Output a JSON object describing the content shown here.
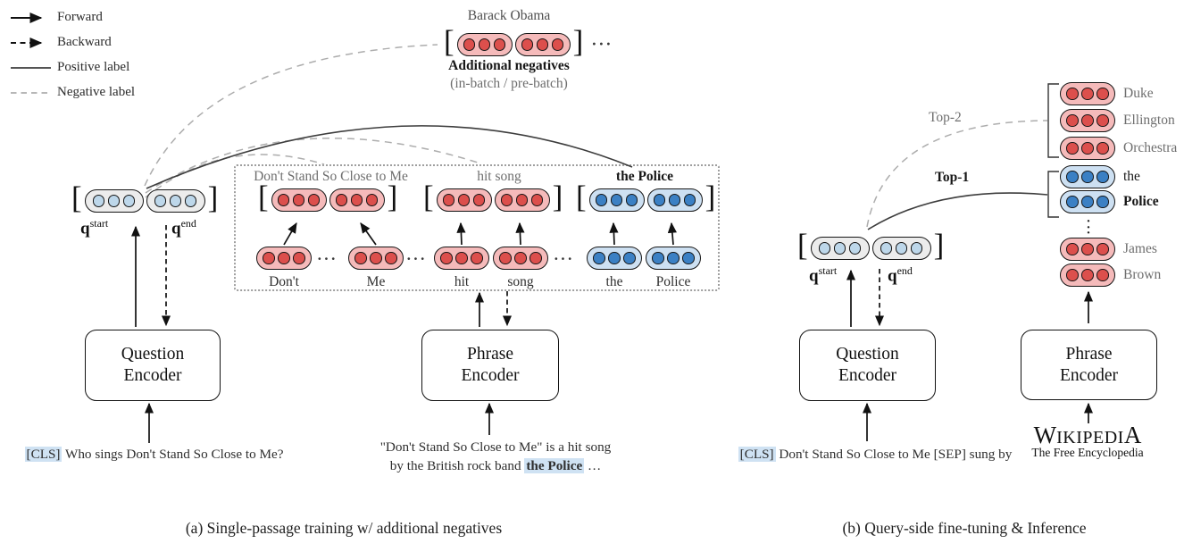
{
  "colors": {
    "red_embedding": "#f5baba",
    "red_dot": "#dc4f4c",
    "blue_embedding": "#cde0f2",
    "blue_dot": "#3b80c4",
    "query_embedding": "#ececec",
    "query_dot": "#bdd7ea",
    "highlight": "#cfe2f3",
    "positive_line": "#3d3d3d",
    "negative_line": "#adadad"
  },
  "glyphs": {
    "lbracket": "[",
    "rbracket": "]",
    "hdots": "···",
    "vdots": "·\n·\n·"
  },
  "legend": {
    "items": [
      {
        "label": "Forward"
      },
      {
        "label": "Backward"
      },
      {
        "label": "Positive label"
      },
      {
        "label": "Negative label"
      }
    ]
  },
  "panel_a": {
    "caption": "(a) Single-passage training w/ additional negatives",
    "negatives": {
      "entity": "Barack Obama",
      "label": "Additional negatives",
      "sublabel": "(in-batch / pre-batch)"
    },
    "query": {
      "q": "q",
      "start_sup": "start",
      "end_sup": "end",
      "encoder": "Question Encoder",
      "input_cls": "[CLS]",
      "input_rest": " Who sings Don't Stand So Close to Me?"
    },
    "passage": {
      "encoder": "Phrase Encoder",
      "phrase1": {
        "label": "Don't Stand So Close to Me",
        "token1": "Don't",
        "token2": "Me"
      },
      "phrase2": {
        "label": "hit song",
        "token1": "hit",
        "token2": "song"
      },
      "phrase3": {
        "label": "the Police",
        "token1": "the",
        "token2": "Police"
      },
      "input_line1": "\"Don't Stand So Close to Me\" is a hit song",
      "input_line2_pre": "by the British rock band ",
      "input_line2_mark": "the Police",
      "input_line2_post": " …"
    }
  },
  "panel_b": {
    "caption": "(b) Query-side fine-tuning & Inference",
    "top1": "Top-1",
    "top2": "Top-2",
    "query": {
      "q": "q",
      "start_sup": "start",
      "end_sup": "end",
      "encoder": "Question Encoder",
      "input_cls": "[CLS]",
      "input_rest": " Don't Stand So Close to Me [SEP] sung by"
    },
    "phrase_encoder": "Phrase Encoder",
    "wikipedia": {
      "w": "W",
      "mid": "IKIPEDI",
      "a": "A",
      "subtitle": "The Free Encyclopedia"
    },
    "stack": [
      {
        "label": "Duke"
      },
      {
        "label": "Ellington"
      },
      {
        "label": "Orchestra"
      },
      {
        "label": "the"
      },
      {
        "label": "Police"
      },
      {
        "label": "James"
      },
      {
        "label": "Brown"
      }
    ]
  }
}
